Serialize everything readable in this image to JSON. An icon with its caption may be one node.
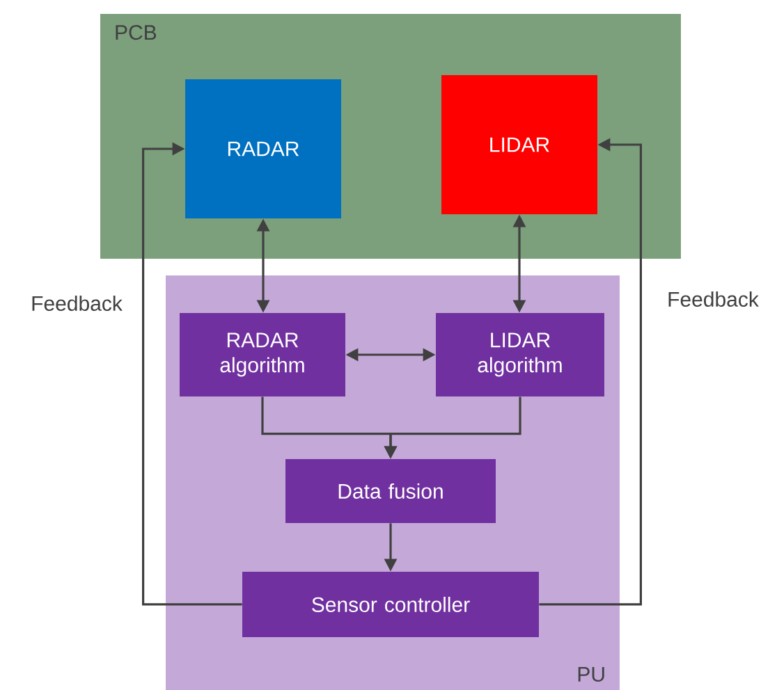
{
  "diagram": {
    "nodes": [
      {
        "text": [
          "PCB"
        ]
      },
      {
        "text": [
          "RADAR"
        ],
        "in": 0
      },
      {
        "text": [
          "LIDAR"
        ],
        "in": 0
      },
      {
        "text": [
          "PU"
        ]
      },
      {
        "text": [
          "RADAR algorithm"
        ],
        "in": 3
      },
      {
        "text": [
          "LIDAR algorithm"
        ],
        "in": 3
      },
      {
        "text": [
          "Data fusion"
        ],
        "in": 3
      },
      {
        "text": [
          "Sensor controller"
        ],
        "in": 3
      }
    ],
    "edges": [
      {
        "from": 1,
        "to": 4,
        "arrow": "both"
      },
      {
        "from": 2,
        "to": 5,
        "arrow": "both"
      },
      {
        "from": 4,
        "to": 5,
        "arrow": "both"
      },
      {
        "from": 4,
        "to": 6,
        "arrow": "to"
      },
      {
        "from": 5,
        "to": 6,
        "arrow": "to"
      },
      {
        "from": 6,
        "to": 7,
        "arrow": "to"
      },
      {
        "from": 7,
        "to": 1,
        "arrow": "to",
        "label": "Feedback"
      },
      {
        "from": 7,
        "to": 2,
        "arrow": "to",
        "label": "Feedback"
      }
    ]
  }
}
